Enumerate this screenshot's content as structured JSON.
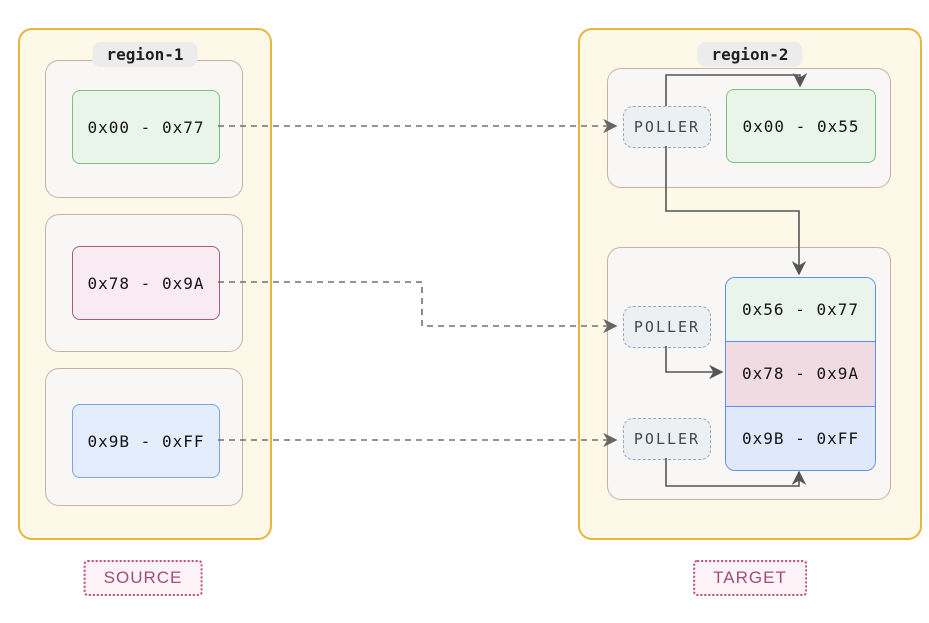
{
  "regions": {
    "region1": {
      "title": "region-1",
      "blocks": [
        {
          "label": "0x00 - 0x77",
          "color": "green"
        },
        {
          "label": "0x78 - 0x9A",
          "color": "pink"
        },
        {
          "label": "0x9B - 0xFF",
          "color": "blue"
        }
      ]
    },
    "region2": {
      "title": "region-2",
      "pollers": [
        {
          "label": "POLLER"
        },
        {
          "label": "POLLER"
        },
        {
          "label": "POLLER"
        }
      ],
      "top_block": {
        "label": "0x00 - 0x55",
        "color": "green"
      },
      "stacked_block": {
        "segments": [
          {
            "label": "0x56 - 0x77",
            "color": "green"
          },
          {
            "label": "0x78 - 0x9A",
            "color": "pink"
          },
          {
            "label": "0x9B - 0xFF",
            "color": "blue"
          }
        ]
      }
    }
  },
  "labels": {
    "source": "SOURCE",
    "target": "TARGET"
  },
  "colors": {
    "region_fill": "#fdf8e8",
    "region_border": "#e5b73b",
    "subcontainer_fill": "#f8f7f5",
    "subcontainer_border": "#c9b2a4",
    "green_fill": "#eaf5ea",
    "green_border": "#7ec07f",
    "pink_fill": "#f8ecf2",
    "pink_border": "#a85b7e",
    "blue_fill": "#e4edfb",
    "blue_border": "#7aa3e8",
    "stacked_border": "#5f8ff0",
    "poller_fill": "#edf0f2",
    "poller_border": "#8fa9c7",
    "label_border": "#bb4d7d",
    "label_text": "#a04d78",
    "solid_arrow": "#555555",
    "dashed_arrow": "#707070"
  }
}
